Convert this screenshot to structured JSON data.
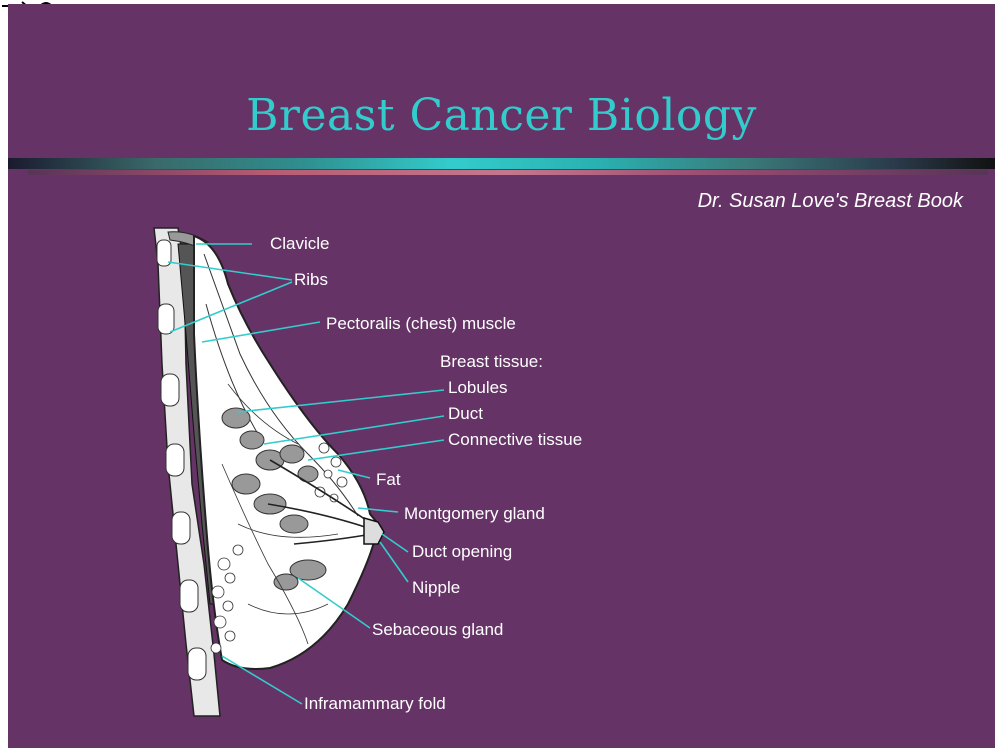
{
  "slide": {
    "title": "Breast Cancer Biology",
    "source": "Dr. Susan Love's Breast Book",
    "background_color": "#663366",
    "title_color": "#33cccc"
  },
  "diagram": {
    "labels": {
      "clavicle": "Clavicle",
      "ribs": "Ribs",
      "pectoralis": "Pectoralis (chest) muscle",
      "breast_tissue": "Breast tissue:",
      "lobules": "Lobules",
      "duct": "Duct",
      "connective": "Connective tissue",
      "fat": "Fat",
      "montgomery": "Montgomery gland",
      "duct_opening": "Duct opening",
      "nipple": "Nipple",
      "sebaceous": "Sebaceous gland",
      "inframammary": "Inframammary fold"
    },
    "leader_color": "#33cccc"
  }
}
